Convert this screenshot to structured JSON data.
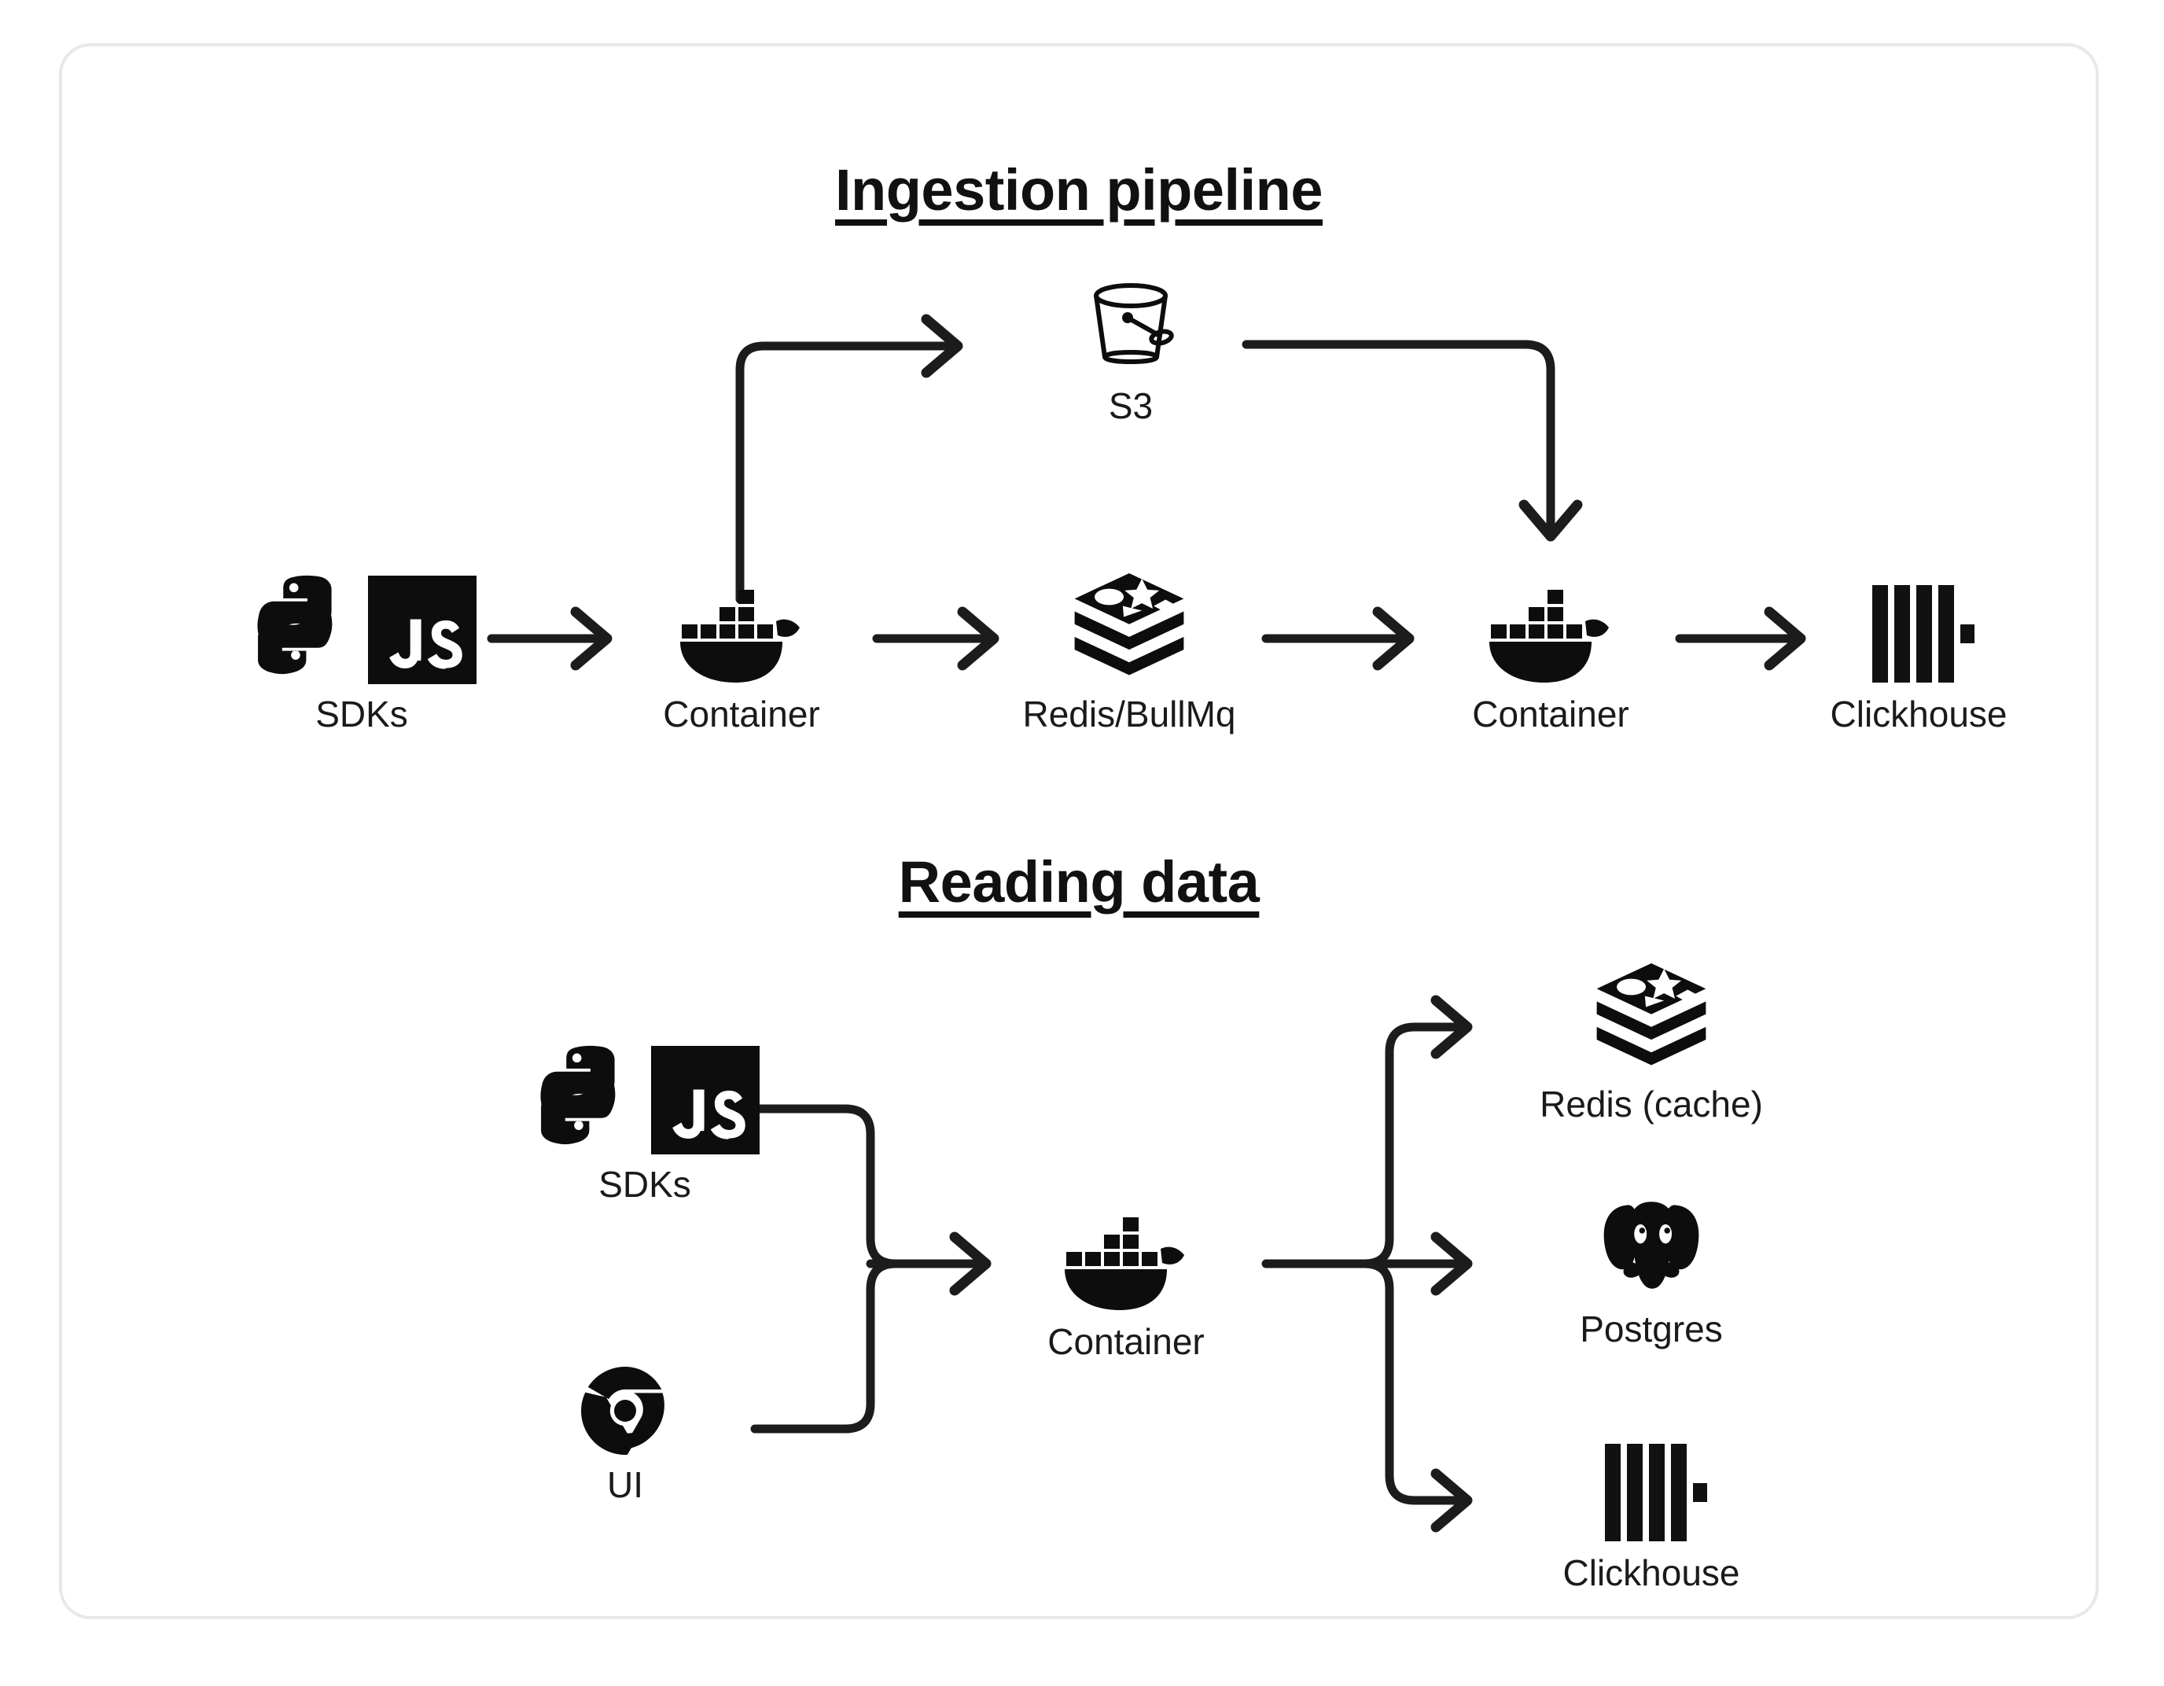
{
  "diagram": {
    "sections": [
      {
        "id": "ingestion",
        "title": "Ingestion pipeline",
        "nodes": [
          {
            "id": "sdks",
            "label": "SDKs",
            "icons": [
              "python-icon",
              "javascript-icon"
            ]
          },
          {
            "id": "container-1",
            "label": "Container",
            "icons": [
              "docker-icon"
            ]
          },
          {
            "id": "s3",
            "label": "S3",
            "icons": [
              "s3-bucket-icon"
            ]
          },
          {
            "id": "redis-bullmq",
            "label": "Redis/BullMq",
            "icons": [
              "redis-icon"
            ]
          },
          {
            "id": "container-2",
            "label": "Container",
            "icons": [
              "docker-icon"
            ]
          },
          {
            "id": "clickhouse",
            "label": "Clickhouse",
            "icons": [
              "clickhouse-icon"
            ]
          }
        ],
        "edges": [
          {
            "from": "sdks",
            "to": "container-1",
            "style": "straight"
          },
          {
            "from": "container-1",
            "to": "s3",
            "style": "elbow-up"
          },
          {
            "from": "container-1",
            "to": "redis-bullmq",
            "style": "straight"
          },
          {
            "from": "s3",
            "to": "container-2",
            "style": "elbow-down"
          },
          {
            "from": "redis-bullmq",
            "to": "container-2",
            "style": "straight"
          },
          {
            "from": "container-2",
            "to": "clickhouse",
            "style": "straight"
          }
        ]
      },
      {
        "id": "reading",
        "title": "Reading data",
        "nodes": [
          {
            "id": "sdks-2",
            "label": "SDKs",
            "icons": [
              "python-icon",
              "javascript-icon"
            ]
          },
          {
            "id": "ui",
            "label": "UI",
            "icons": [
              "chrome-icon"
            ]
          },
          {
            "id": "container-3",
            "label": "Container",
            "icons": [
              "docker-icon"
            ]
          },
          {
            "id": "redis-cache",
            "label": "Redis (cache)",
            "icons": [
              "redis-icon"
            ]
          },
          {
            "id": "postgres",
            "label": "Postgres",
            "icons": [
              "postgres-icon"
            ]
          },
          {
            "id": "clickhouse-2",
            "label": "Clickhouse",
            "icons": [
              "clickhouse-icon"
            ]
          }
        ],
        "edges": [
          {
            "from": "sdks-2",
            "to": "container-3",
            "style": "merge"
          },
          {
            "from": "ui",
            "to": "container-3",
            "style": "merge"
          },
          {
            "from": "container-3",
            "to": "redis-cache",
            "style": "fan-up"
          },
          {
            "from": "container-3",
            "to": "postgres",
            "style": "fan-straight"
          },
          {
            "from": "container-3",
            "to": "clickhouse-2",
            "style": "fan-down"
          }
        ]
      }
    ]
  },
  "colors": {
    "ink": "#1c1c1c",
    "text": "#1a1a1a",
    "card_border": "#e8e8e8",
    "background": "#ffffff"
  },
  "icon_glyphs": {
    "javascript_text": "JS"
  }
}
